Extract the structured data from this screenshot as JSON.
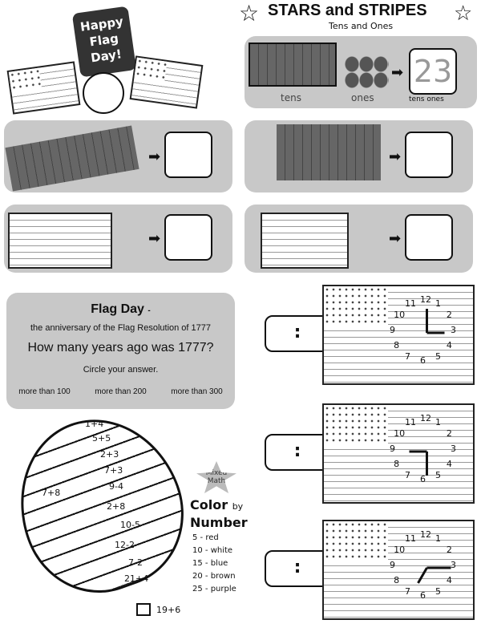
{
  "title_badge": "Happy Flag Day!",
  "header": {
    "title": "STARS and STRIPES",
    "subtitle": "Tens and Ones"
  },
  "example": {
    "tens_label": "tens",
    "ones_label": "ones",
    "answer": "23",
    "answer_tens_label": "tens",
    "answer_ones_label": "ones"
  },
  "flag_day": {
    "heading": "Flag Day",
    "dash": "-",
    "subheading": "the anniversary of the Flag Resolution of 1777",
    "question": "How many years ago was 1777?",
    "instruction": "Circle your answer.",
    "options": [
      "more than 100",
      "more than 200",
      "more than 300"
    ]
  },
  "balloon": {
    "equations": [
      "1+4",
      "5+5",
      "2+3",
      "7+3",
      "9-4",
      "2+8",
      "10-5",
      "12-2",
      "7-2",
      "21+4",
      "7+8",
      "19+6"
    ]
  },
  "color_by_number": {
    "badge": "Mixed Math",
    "title_a": "Color",
    "title_b": "by",
    "title_c": "Number",
    "key": [
      "5 - red",
      "10 - white",
      "15 - blue",
      "20 - brown",
      "25 - purple"
    ]
  },
  "clocks": {
    "separator": ":",
    "numbers": [
      "12",
      "1",
      "2",
      "3",
      "4",
      "5",
      "6",
      "7",
      "8",
      "9",
      "10",
      "11"
    ]
  }
}
